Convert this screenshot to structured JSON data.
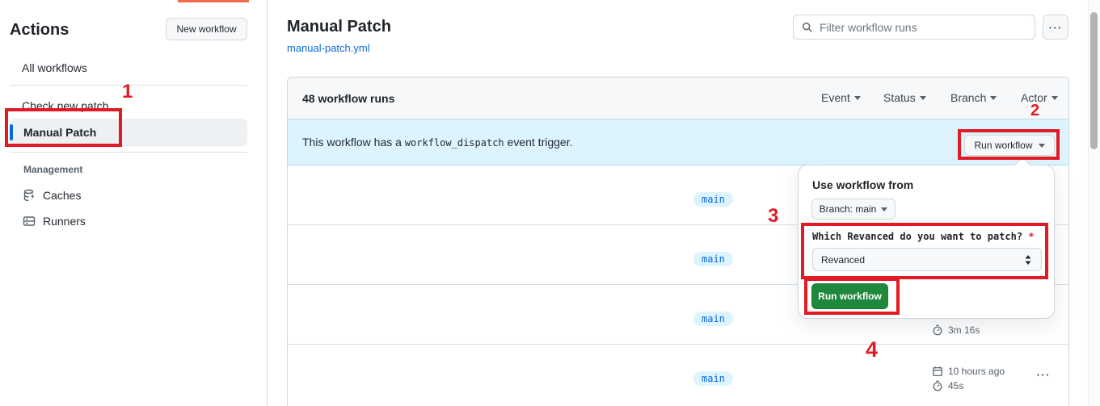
{
  "sidebar": {
    "title": "Actions",
    "new_workflow_button": "New workflow",
    "all_workflows": "All workflows",
    "check_new_patch": "Check new patch",
    "manual_patch": "Manual Patch",
    "management_heading": "Management",
    "caches": "Caches",
    "runners": "Runners"
  },
  "header": {
    "title": "Manual Patch",
    "file_link": "manual-patch.yml",
    "filter_placeholder": "Filter workflow runs",
    "kebab": "···"
  },
  "table": {
    "runs_count": "48 workflow runs",
    "filters": {
      "event": "Event",
      "status": "Status",
      "branch": "Branch",
      "actor": "Actor"
    },
    "banner": {
      "text_before": "This workflow has a ",
      "code": "workflow_dispatch",
      "text_after": " event trigger.",
      "run_workflow_button": "Run workflow"
    },
    "rows": [
      {
        "branch": "main"
      },
      {
        "branch": "main"
      },
      {
        "branch": "main",
        "duration": "3m 16s"
      },
      {
        "branch": "main",
        "time_ago": "10 hours ago",
        "duration": "45s",
        "kebab": "···"
      }
    ]
  },
  "dropdown": {
    "title": "Use workflow from",
    "branch_button": "Branch: main",
    "input_label": "Which Revanced do you want to patch?",
    "required_marker": "*",
    "select_value": "Revanced",
    "run_button": "Run workflow"
  },
  "annotations": {
    "one": "1",
    "two": "2",
    "three": "3",
    "four": "4"
  },
  "colors": {
    "annotation_red": "#e01b24",
    "banner_blue": "#ddf4ff",
    "accent_blue": "#0969da",
    "button_green": "#1f883d",
    "loading_bar_orange": "#f3694b"
  }
}
